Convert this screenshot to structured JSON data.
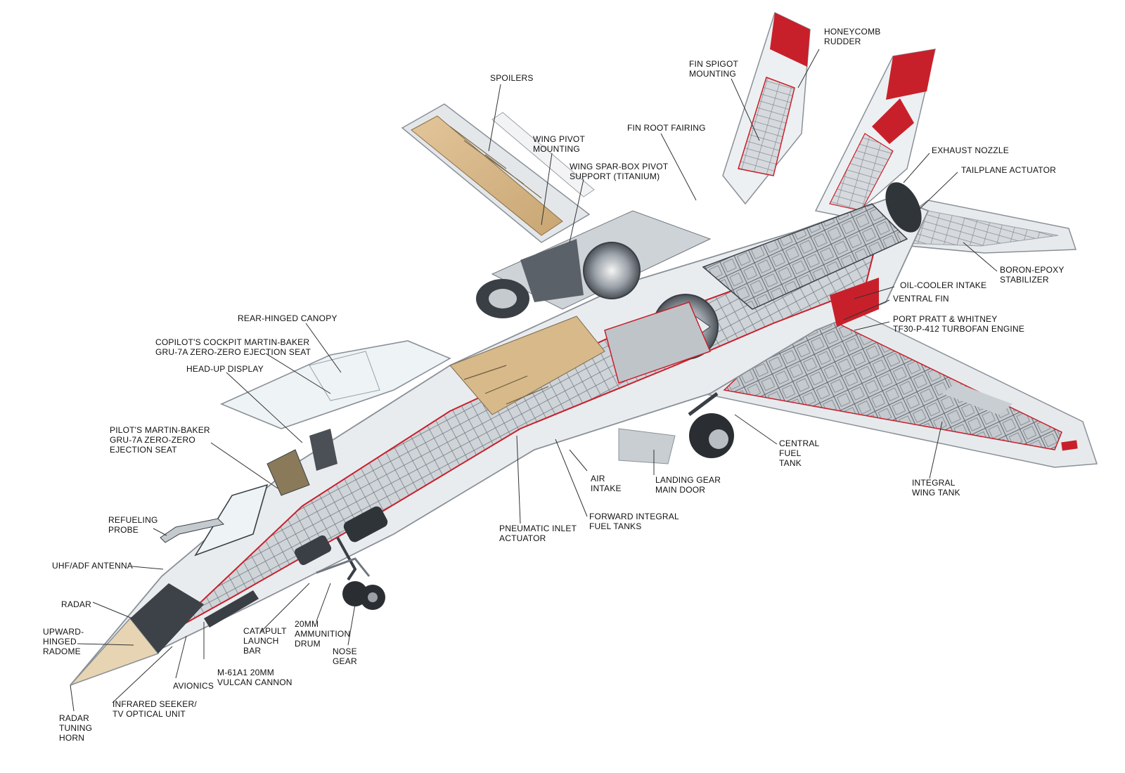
{
  "colors": {
    "skin": "#e9ecef",
    "skin_shade": "#c8cdd2",
    "structure": "#8a9097",
    "dark": "#3a3f45",
    "accent_red": "#c8202a",
    "wood": "#d7b98a",
    "canopy": "#eef3f6",
    "leader": "#333333"
  },
  "callouts": [
    {
      "id": "honeycomb-rudder",
      "text": "HONEYCOMB\nRUDDER"
    },
    {
      "id": "fin-spigot-mounting",
      "text": "FIN SPIGOT\nMOUNTING"
    },
    {
      "id": "spoilers",
      "text": "SPOILERS"
    },
    {
      "id": "fin-root-fairing",
      "text": "FIN ROOT FAIRING"
    },
    {
      "id": "exhaust-nozzle",
      "text": "EXHAUST NOZZLE"
    },
    {
      "id": "wing-pivot-mounting",
      "text": "WING PIVOT\nMOUNTING"
    },
    {
      "id": "wing-spar-box-pivot-support",
      "text": "WING SPAR-BOX PIVOT\nSUPPORT (TITANIUM)"
    },
    {
      "id": "tailplane-actuator",
      "text": "TAILPLANE ACTUATOR"
    },
    {
      "id": "boron-epoxy-stabilizer",
      "text": "BORON-EPOXY\nSTABILIZER"
    },
    {
      "id": "oil-cooler-intake",
      "text": "OIL-COOLER INTAKE"
    },
    {
      "id": "ventral-fin",
      "text": "VENTRAL FIN"
    },
    {
      "id": "port-engine",
      "text": "PORT PRATT & WHITNEY\nTF30-P-412 TURBOFAN ENGINE"
    },
    {
      "id": "rear-hinged-canopy",
      "text": "REAR-HINGED CANOPY"
    },
    {
      "id": "copilot-seat",
      "text": "COPILOT'S COCKPIT MARTIN-BAKER\nGRU-7A ZERO-ZERO EJECTION SEAT"
    },
    {
      "id": "head-up-display",
      "text": "HEAD-UP DISPLAY"
    },
    {
      "id": "pilot-seat",
      "text": "PILOT'S MARTIN-BAKER\nGRU-7A ZERO-ZERO\nEJECTION SEAT"
    },
    {
      "id": "central-fuel-tank",
      "text": "CENTRAL\nFUEL\nTANK"
    },
    {
      "id": "refueling-probe",
      "text": "REFUELING\nPROBE"
    },
    {
      "id": "air-intake",
      "text": "AIR\nINTAKE"
    },
    {
      "id": "landing-gear-main-door",
      "text": "LANDING GEAR\nMAIN DOOR"
    },
    {
      "id": "integral-wing-tank",
      "text": "INTEGRAL\nWING TANK"
    },
    {
      "id": "forward-integral-fuel-tanks",
      "text": "FORWARD INTEGRAL\nFUEL TANKS"
    },
    {
      "id": "pneumatic-inlet-actuator",
      "text": "PNEUMATIC INLET\nACTUATOR"
    },
    {
      "id": "uhf-adf-antenna",
      "text": "UHF/ADF ANTENNA"
    },
    {
      "id": "radar",
      "text": "RADAR"
    },
    {
      "id": "upward-hinged-radome",
      "text": "UPWARD-\nHINGED\nRADOME"
    },
    {
      "id": "catapult-launch-bar",
      "text": "CATAPULT\nLAUNCH\nBAR"
    },
    {
      "id": "ammunition-drum",
      "text": "20MM\nAMMUNITION\nDRUM"
    },
    {
      "id": "nose-gear",
      "text": "NOSE\nGEAR"
    },
    {
      "id": "vulcan-cannon",
      "text": "M-61A1 20MM\nVULCAN CANNON"
    },
    {
      "id": "avionics",
      "text": "AVIONICS"
    },
    {
      "id": "infrared-seeker",
      "text": "INFRARED SEEKER/\nTV OPTICAL UNIT"
    },
    {
      "id": "radar-tuning-horn",
      "text": "RADAR\nTUNING\nHORN"
    }
  ]
}
